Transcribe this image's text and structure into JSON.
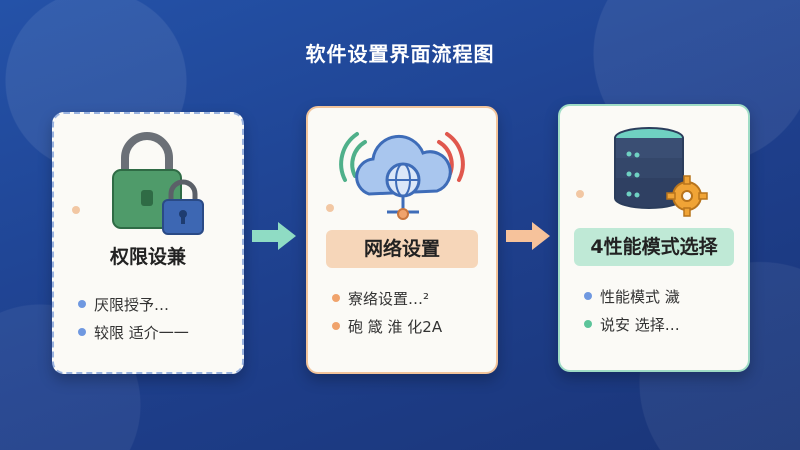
{
  "title": "软件设置界面流程图",
  "cards": [
    {
      "title": "权限设兼",
      "illustration": "padlock-icon",
      "accent": "#3f8b5c",
      "bullets": [
        {
          "text": "厌限授予…",
          "dot_color": "#6f98e0"
        },
        {
          "text": "较限 适介一一",
          "dot_color": "#6f98e0"
        }
      ]
    },
    {
      "title": "网络设置",
      "illustration": "cloud-network-icon",
      "accent": "#f2b98a",
      "bullets": [
        {
          "text": "寮络设置…²",
          "dot_color": "#f0a36c"
        },
        {
          "text": "砲 箴 淮 化2A",
          "dot_color": "#f0a36c"
        }
      ]
    },
    {
      "title": "4性能模式选择",
      "illustration": "server-gear-icon",
      "accent": "#8fdcbd",
      "bullets": [
        {
          "text": "性能模式 濊",
          "dot_color": "#6f98e0"
        },
        {
          "text": "说安 选择…",
          "dot_color": "#5cc49a"
        }
      ]
    }
  ],
  "arrows": [
    {
      "color": "#8fdcc4",
      "name": "arrow-right-icon"
    },
    {
      "color": "#f6c29b",
      "name": "arrow-right-icon"
    }
  ]
}
